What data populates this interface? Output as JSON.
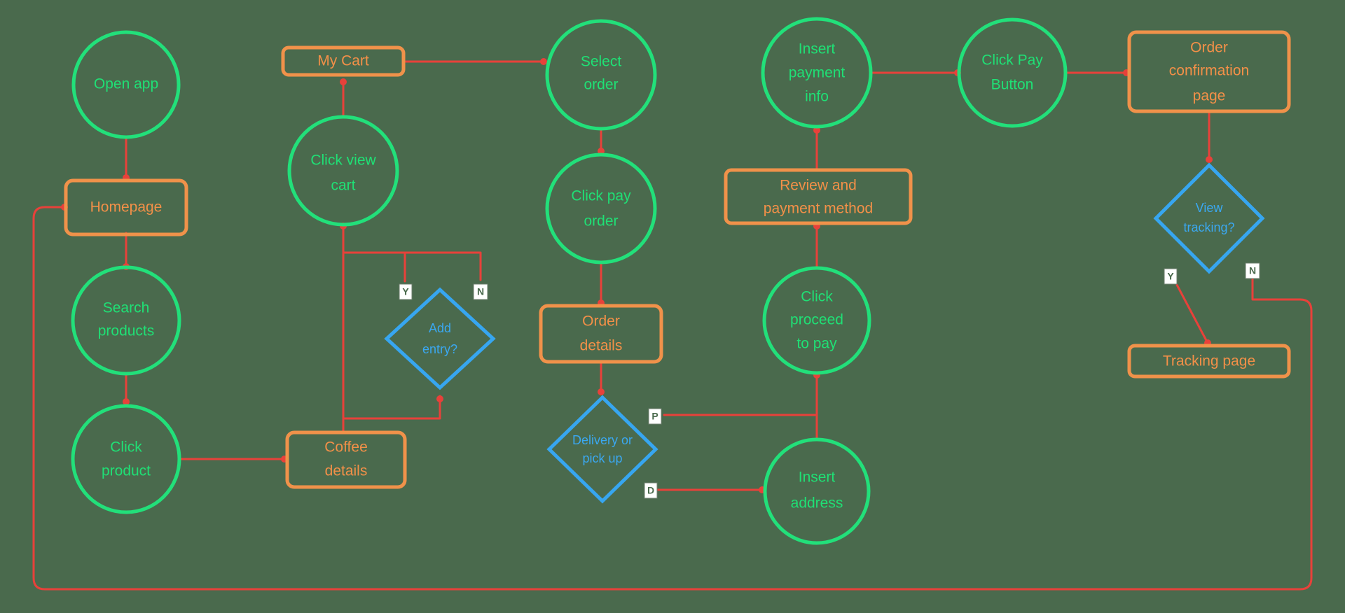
{
  "colors": {
    "background": "#4a6a4d",
    "action_circle": "#22e07a",
    "page_rect": "#f0924a",
    "decision_diamond": "#37a6f0",
    "connector": "#e8413a"
  },
  "nodes": {
    "open_app": "Open app",
    "homepage": "Homepage",
    "search_products": [
      "Search",
      "products"
    ],
    "click_product": [
      "Click",
      "product"
    ],
    "coffee_details": [
      "Coffee",
      "details"
    ],
    "click_view_cart": [
      "Click view",
      "cart"
    ],
    "my_cart": "My Cart",
    "add_entry": [
      "Add",
      "entry?"
    ],
    "select_order": [
      "Select",
      "order"
    ],
    "click_pay_order": [
      "Click pay",
      "order"
    ],
    "order_details": [
      "Order",
      "details"
    ],
    "delivery_pickup": [
      "Delivery or",
      "pick up"
    ],
    "insert_address": [
      "Insert",
      "address"
    ],
    "click_proceed": [
      "Click",
      "proceed",
      "to pay"
    ],
    "review_payment": [
      "Review and",
      "payment method"
    ],
    "insert_payment": [
      "Insert",
      "payment",
      "info"
    ],
    "click_pay_button": [
      "Click Pay",
      "Button"
    ],
    "order_confirmation": [
      "Order",
      "confirmation",
      "page"
    ],
    "view_tracking": [
      "View",
      "tracking?"
    ],
    "tracking_page": "Tracking page"
  },
  "branch_tags": {
    "add_yes": "Y",
    "add_no": "N",
    "delivery_pickup_branch": "P",
    "delivery_delivery_branch": "D",
    "tracking_yes": "Y",
    "tracking_no": "N"
  }
}
